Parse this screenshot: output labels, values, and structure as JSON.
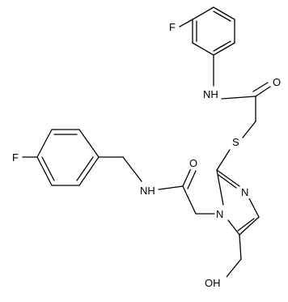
{
  "molecule": {
    "atoms": {
      "fluoro_top": "F",
      "fluoro_left": "F",
      "amide_nh_top": "NH",
      "amide_o_top": "O",
      "thioether_s": "S",
      "amide_nh_mid": "NH",
      "amide_o_mid": "O",
      "imidazole_n3": "N",
      "imidazole_n1": "N",
      "hydroxyl": "OH"
    },
    "colors": {
      "bond": "#000000",
      "label": "#000000",
      "background": "#ffffff"
    }
  }
}
